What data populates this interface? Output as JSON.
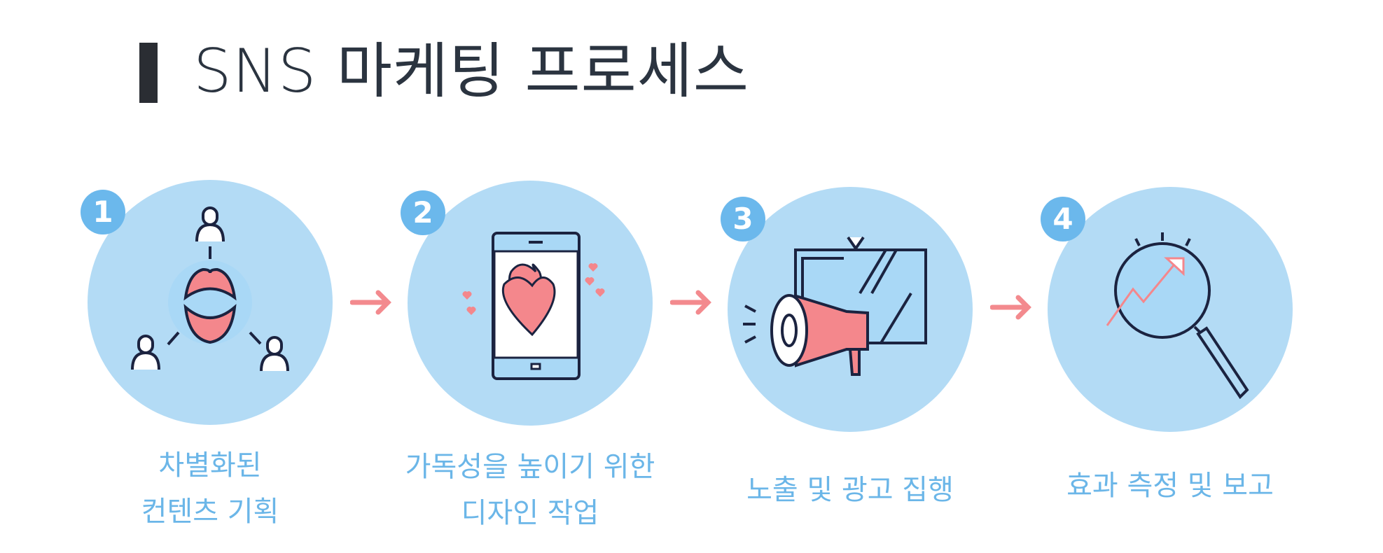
{
  "title": "SNS 마케팅 프로세스",
  "colors": {
    "circle": "#b3dbf5",
    "badge": "#6bb8ec",
    "label": "#6bb6e8",
    "arrow": "#f38a8e",
    "line": "#1b2340",
    "accent": "#f4878c"
  },
  "steps": [
    {
      "number": "1",
      "label_line1": "차별화된",
      "label_line2": "컨텐츠 기획",
      "icon": "speech-people-icon"
    },
    {
      "number": "2",
      "label_line1": "가독성을 높이기 위한",
      "label_line2": "디자인 작업",
      "icon": "phone-hearts-icon"
    },
    {
      "number": "3",
      "label_line1": "노출 및 광고 집행",
      "label_line2": "",
      "icon": "megaphone-screen-icon"
    },
    {
      "number": "4",
      "label_line1": "효과 측정 및 보고",
      "label_line2": "",
      "icon": "magnifier-chart-icon"
    }
  ]
}
